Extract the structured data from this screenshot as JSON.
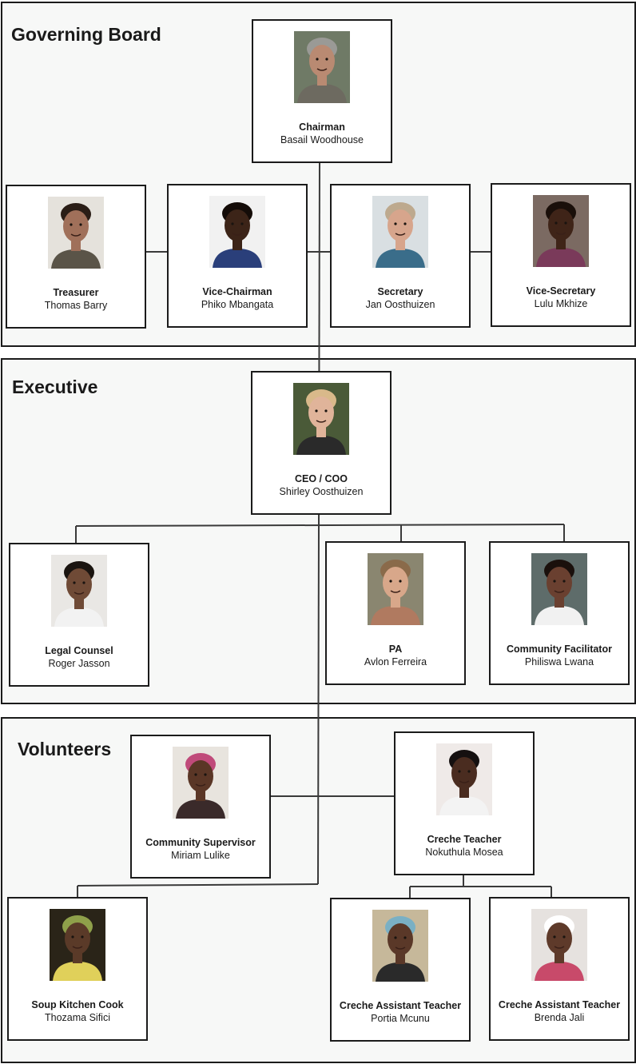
{
  "sections": {
    "governing": {
      "title": "Governing Board"
    },
    "executive": {
      "title": "Executive"
    },
    "volunteers": {
      "title": "Volunteers"
    }
  },
  "members": {
    "chairman": {
      "role": "Chairman",
      "name": "Basail Woodhouse",
      "bg": "#6f7a66",
      "skin": "#b98a72",
      "hair": "#9a9a96",
      "top": "#6d6a60"
    },
    "treasurer": {
      "role": "Treasurer",
      "name": "Thomas Barry",
      "bg": "#e5e2dc",
      "skin": "#a0705a",
      "hair": "#2a1d16",
      "top": "#5a5448"
    },
    "vice_chairman": {
      "role": "Vice-Chairman",
      "name": "Phiko Mbangata",
      "bg": "#f1f1f1",
      "skin": "#3c2418",
      "hair": "#140c08",
      "top": "#2a3f7a"
    },
    "secretary": {
      "role": "Secretary",
      "name": "Jan Oosthuizen",
      "bg": "#d9dfe2",
      "skin": "#d7a58c",
      "hair": "#bda98e",
      "top": "#3a6d8a"
    },
    "vice_secretary": {
      "role": "Vice-Secretary",
      "name": "Lulu Mkhize",
      "bg": "#7b6a62",
      "skin": "#3f2418",
      "hair": "#1a0f0a",
      "top": "#7a3a5a"
    },
    "ceo": {
      "role": "CEO / COO",
      "name": "Shirley Oosthuizen",
      "bg": "#4a5a38",
      "skin": "#e0b49a",
      "hair": "#d9b98a",
      "top": "#2a2a2a"
    },
    "legal_counsel": {
      "role": "Legal Counsel",
      "name": "Roger Jasson",
      "bg": "#e9e7e4",
      "skin": "#6f4a36",
      "hair": "#1a1410",
      "top": "#f2f2f2"
    },
    "pa": {
      "role": "PA",
      "name": "Avlon Ferreira",
      "bg": "#8a8670",
      "skin": "#d8a78a",
      "hair": "#8a6a4a",
      "top": "#b07a60"
    },
    "community_facilitator": {
      "role": "Community Facilitator",
      "name": "Philiswa Lwana",
      "bg": "#5e6c6a",
      "skin": "#6a4030",
      "hair": "#1a100c",
      "top": "#f1f1f1"
    },
    "community_supervisor": {
      "role": "Community Supervisor",
      "name": "Miriam Lulike",
      "bg": "#e8e4de",
      "skin": "#5a3626",
      "hair": "#c04a7a",
      "top": "#3a2a2a"
    },
    "creche_teacher": {
      "role": "Creche Teacher",
      "name": "Nokuthula Mosea",
      "bg": "#efeae8",
      "skin": "#4a2c20",
      "hair": "#151010",
      "top": "#f3f3f3"
    },
    "soup_kitchen_cook": {
      "role": "Soup Kitchen Cook",
      "name": "Thozama Sifici",
      "bg": "#2a2418",
      "skin": "#5a3a28",
      "hair": "#8fa04a",
      "top": "#e0d05a"
    },
    "creche_assistant_1": {
      "role": "Creche Assistant Teacher",
      "name": "Portia Mcunu",
      "bg": "#c6b89a",
      "skin": "#5a3828",
      "hair": "#7ab0c4",
      "top": "#2a2a2a"
    },
    "creche_assistant_2": {
      "role": "Creche Assistant Teacher",
      "name": "Brenda Jali",
      "bg": "#e6e2df",
      "skin": "#5e3a2a",
      "hair": "#ffffff",
      "top": "#c84a6a"
    }
  }
}
